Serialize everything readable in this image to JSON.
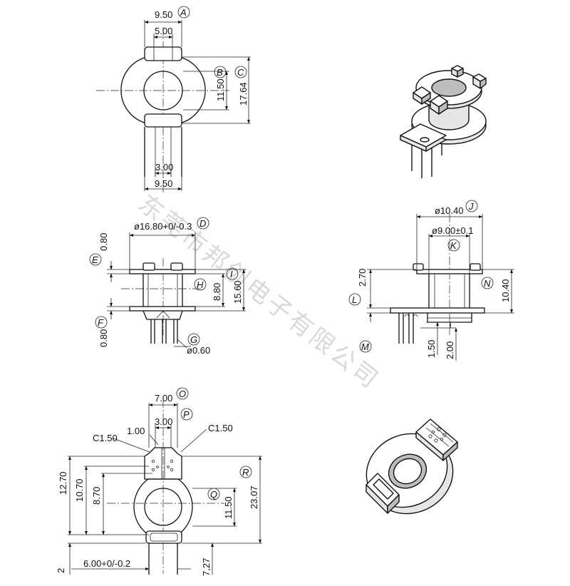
{
  "watermark": "东莞市邦创电子有限公司",
  "top_view": {
    "dims": {
      "d950_top": "9.50",
      "d500": "5.00",
      "d1150": "11.50",
      "d1764": "17.64",
      "d300": "3.00",
      "d950_bot": "9.50"
    },
    "tags": {
      "a": "A",
      "b": "B",
      "c": "C"
    }
  },
  "side_view": {
    "dims": {
      "d1680": "ø16.80+0/-0.3",
      "d080_top": "0.80",
      "d880": "8.80",
      "d1560": "15.60",
      "d080_bot": "0.80",
      "d060": "ø0.60"
    },
    "tags": {
      "d": "D",
      "e": "E",
      "f": "F",
      "g": "G",
      "h": "H",
      "i": "I"
    }
  },
  "front_view": {
    "dims": {
      "d1040": "ø10.40",
      "d900": "ø9.00±0.1",
      "d270": "2.70",
      "d1040_h": "10.40",
      "d150": "1.50",
      "d200": "2.00"
    },
    "tags": {
      "j": "J",
      "k": "K",
      "l": "L",
      "m": "M",
      "n": "N"
    }
  },
  "bottom_view": {
    "dims": {
      "d700": "7.00",
      "d300": "3.00",
      "d100": "1.00",
      "c150_left": "C1.50",
      "c150_right": "C1.50",
      "d1270": "12.70",
      "d1070": "10.70",
      "d870": "8.70",
      "d1150": "11.50",
      "d2307": "23.07",
      "d600": "6.00+0/-0.2",
      "d2": "2",
      "d727": "7,27"
    },
    "tags": {
      "o": "O",
      "p": "P",
      "q": "Q",
      "r": "R"
    }
  }
}
